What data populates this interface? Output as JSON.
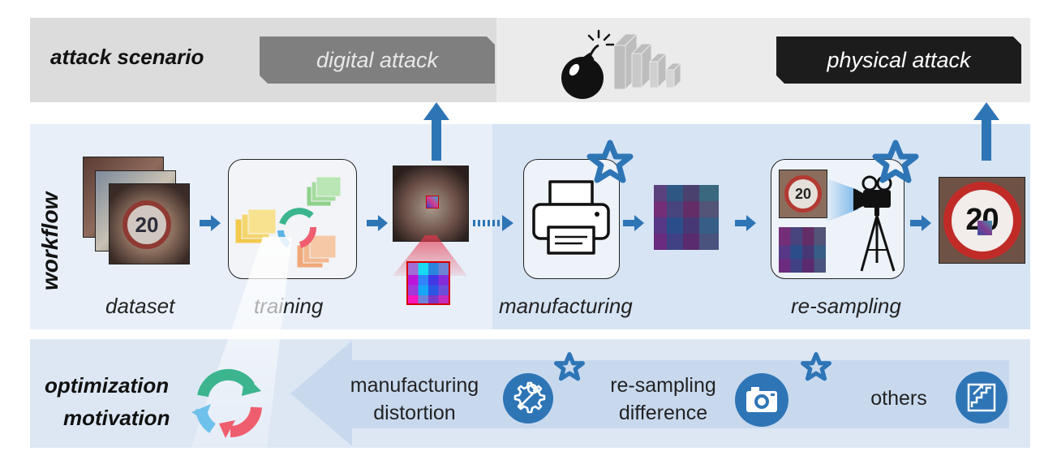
{
  "attack": {
    "label": "attack scenario",
    "digital": "digital attack",
    "physical": "physical attack"
  },
  "workflow": {
    "label": "workflow",
    "stages": {
      "dataset": "dataset",
      "training": "training",
      "manufacturing": "manufacturing",
      "resampling": "re-sampling"
    },
    "sign_text": "20"
  },
  "motivation": {
    "label_line1": "optimization",
    "label_line2": "motivation",
    "items": [
      {
        "line1": "manufacturing",
        "line2": "distortion",
        "icon": "gear-wrench-icon",
        "starred": true
      },
      {
        "line1": "re-sampling",
        "line2": "difference",
        "icon": "camera-icon",
        "starred": true
      },
      {
        "line1": "others",
        "line2": "",
        "icon": "stairs-icon",
        "starred": false
      }
    ]
  },
  "colors": {
    "accent_blue": "#2e75b6",
    "band_attack_gray": "#e8e8e8",
    "band_workflow": "#e6eefa",
    "band_motivation": "#dbe6f4",
    "digital_tag": "#7f7f7f",
    "physical_tag": "#1f1f1f"
  }
}
